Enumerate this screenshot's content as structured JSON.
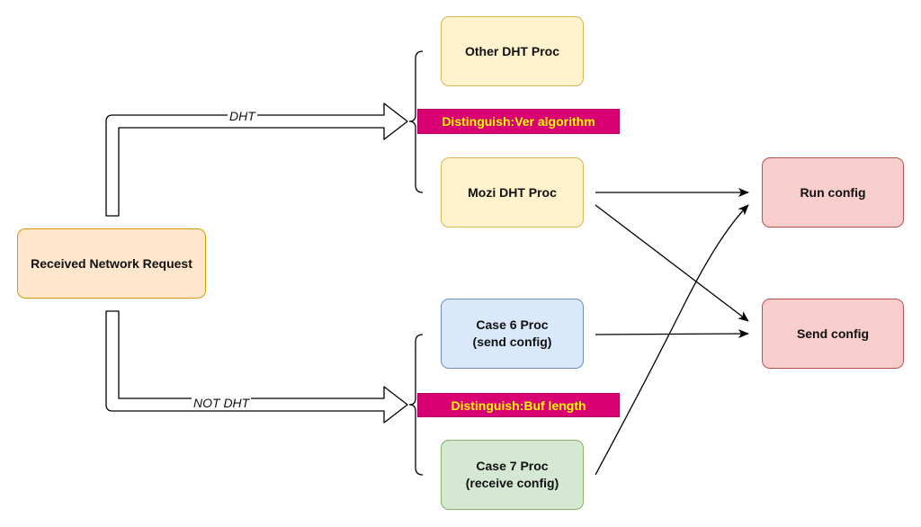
{
  "colors": {
    "start_fill": "#ffe6cc",
    "start_stroke": "#d79b00",
    "dht_fill": "#fff2cc",
    "dht_stroke": "#d6b656",
    "case6_fill": "#dae8fc",
    "case6_stroke": "#6c8ebf",
    "case7_fill": "#d5e8d4",
    "case7_stroke": "#82b366",
    "action_fill": "#f8cecc",
    "action_stroke": "#b85450",
    "tag_fill": "#d80073",
    "tag_text": "#ffff00",
    "line": "#000000"
  },
  "nodes": {
    "received_request": "Received Network Request",
    "other_dht_proc": "Other DHT Proc",
    "mozi_dht_proc": "Mozi DHT Proc",
    "case6_proc": "Case 6 Proc\n(send config)",
    "case7_proc": "Case 7 Proc\n(receive config)",
    "run_config": "Run config",
    "send_config": "Send config"
  },
  "tags": {
    "dht_distinguish": "Distinguish:Ver algorithm",
    "not_dht_distinguish": "Distinguish:Buf length"
  },
  "edges": {
    "dht_label": "DHT",
    "not_dht_label": "NOT DHT"
  },
  "connections": [
    {
      "from": "received_request",
      "to": "dht_branch",
      "label": "DHT"
    },
    {
      "from": "received_request",
      "to": "not_dht_branch",
      "label": "NOT DHT"
    },
    {
      "from": "mozi_dht_proc",
      "to": "run_config"
    },
    {
      "from": "mozi_dht_proc",
      "to": "send_config"
    },
    {
      "from": "case6_proc",
      "to": "send_config"
    },
    {
      "from": "case7_proc",
      "to": "run_config"
    }
  ]
}
